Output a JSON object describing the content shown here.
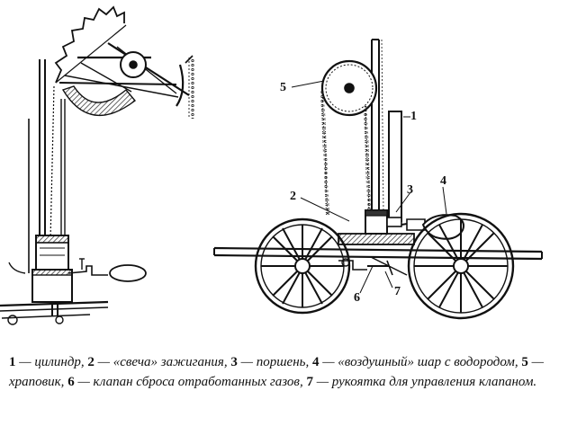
{
  "labels": {
    "l1": "1",
    "l2": "2",
    "l3": "3",
    "l4": "4",
    "l5": "5",
    "l6": "6",
    "l7": "7"
  },
  "caption": {
    "n1": "1",
    "t1": " — цилиндр, ",
    "n2": "2",
    "t2": " — «свеча» зажигания, ",
    "n3": "3",
    "t3": " — поршень, ",
    "n4": "4",
    "t4": " — «воздушный» шар с водородом, ",
    "n5": "5",
    "t5": " — храповик, ",
    "n6": "6",
    "t6": " — клапан сброса отработанных газов, ",
    "n7": "7",
    "t7": " — рукоятка для управления клапаном."
  }
}
